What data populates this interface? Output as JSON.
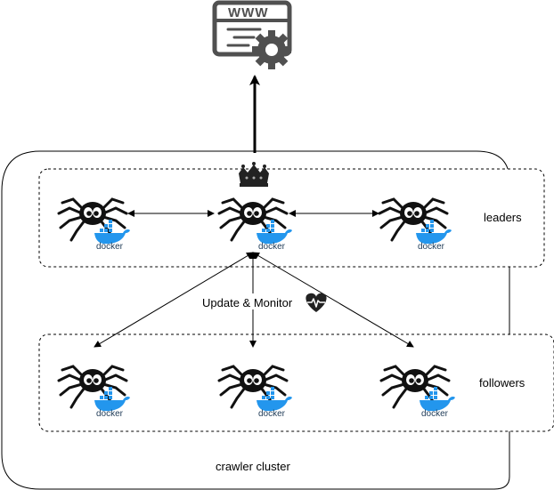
{
  "diagram": {
    "labels": {
      "leaders": "leaders",
      "followers": "followers",
      "update_monitor": "Update & Monitor",
      "cluster": "crawler cluster"
    },
    "server_icon": {
      "text": "WWW",
      "icon": "web-server-gear-icon"
    },
    "crown_icon": "crown-icon",
    "heartbeat_icon": "heartbeat-heart-icon",
    "spider_icon": "spider-icon",
    "docker": {
      "text": "docker",
      "icon": "docker-whale-icon"
    },
    "nodes": {
      "leaders": [
        "leader-left",
        "leader-center",
        "leader-right"
      ],
      "followers": [
        "follower-left",
        "follower-center",
        "follower-right"
      ]
    },
    "colors": {
      "line": "#000000",
      "icon_gray": "#505050",
      "docker_blue": "#2396ed",
      "heart": "#222222"
    }
  }
}
